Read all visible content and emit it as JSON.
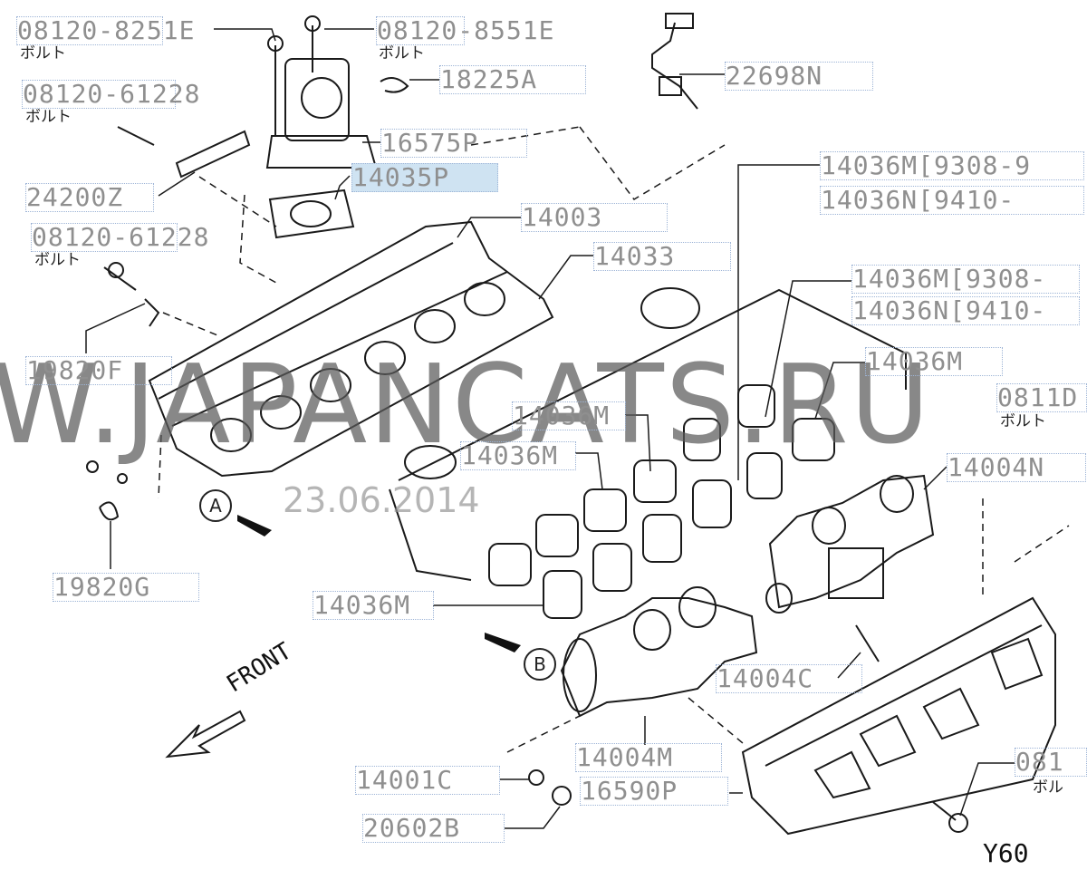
{
  "watermark": "W.JAPANCATS.RU",
  "date": "23.06.2014",
  "footer_code": "Y60",
  "direction_label": "FRONT",
  "markers": {
    "a": "A",
    "b": "B"
  },
  "parts": [
    {
      "id": "p1",
      "code": "08120-8251E",
      "sub": "ボルト"
    },
    {
      "id": "p2",
      "code": "08120-8551E",
      "sub": "ボルト"
    },
    {
      "id": "p3",
      "code": "08120-61228",
      "sub": "ボルト"
    },
    {
      "id": "p4",
      "code": "18225A",
      "sub": ""
    },
    {
      "id": "p5",
      "code": "22698N",
      "sub": ""
    },
    {
      "id": "p6",
      "code": "16575P",
      "sub": ""
    },
    {
      "id": "p7",
      "code": "14035P",
      "sub": ""
    },
    {
      "id": "p8",
      "code": "24200Z",
      "sub": ""
    },
    {
      "id": "p9",
      "code": "14036M[9308-9",
      "sub": ""
    },
    {
      "id": "p10",
      "code": "14036N[9410-",
      "sub": ""
    },
    {
      "id": "p11",
      "code": "14003",
      "sub": ""
    },
    {
      "id": "p12",
      "code": "08120-61228",
      "sub": "ボルト"
    },
    {
      "id": "p13",
      "code": "14033",
      "sub": ""
    },
    {
      "id": "p14",
      "code": "14036M[9308-",
      "sub": ""
    },
    {
      "id": "p15",
      "code": "14036N[9410-",
      "sub": ""
    },
    {
      "id": "p16",
      "code": "19820F",
      "sub": ""
    },
    {
      "id": "p17",
      "code": "14036M",
      "sub": ""
    },
    {
      "id": "p18",
      "code": "0811D",
      "sub": "ボルト"
    },
    {
      "id": "p19",
      "code": "14036M",
      "sub": ""
    },
    {
      "id": "p20",
      "code": "14036M",
      "sub": ""
    },
    {
      "id": "p21",
      "code": "14004N",
      "sub": ""
    },
    {
      "id": "p22",
      "code": "19820G",
      "sub": ""
    },
    {
      "id": "p23",
      "code": "14036M",
      "sub": ""
    },
    {
      "id": "p24",
      "code": "14004C",
      "sub": ""
    },
    {
      "id": "p25",
      "code": "14004M",
      "sub": ""
    },
    {
      "id": "p26",
      "code": "14001C",
      "sub": ""
    },
    {
      "id": "p27",
      "code": "16590P",
      "sub": ""
    },
    {
      "id": "p28",
      "code": "081",
      "sub": "ボル"
    },
    {
      "id": "p29",
      "code": "20602B",
      "sub": ""
    }
  ]
}
